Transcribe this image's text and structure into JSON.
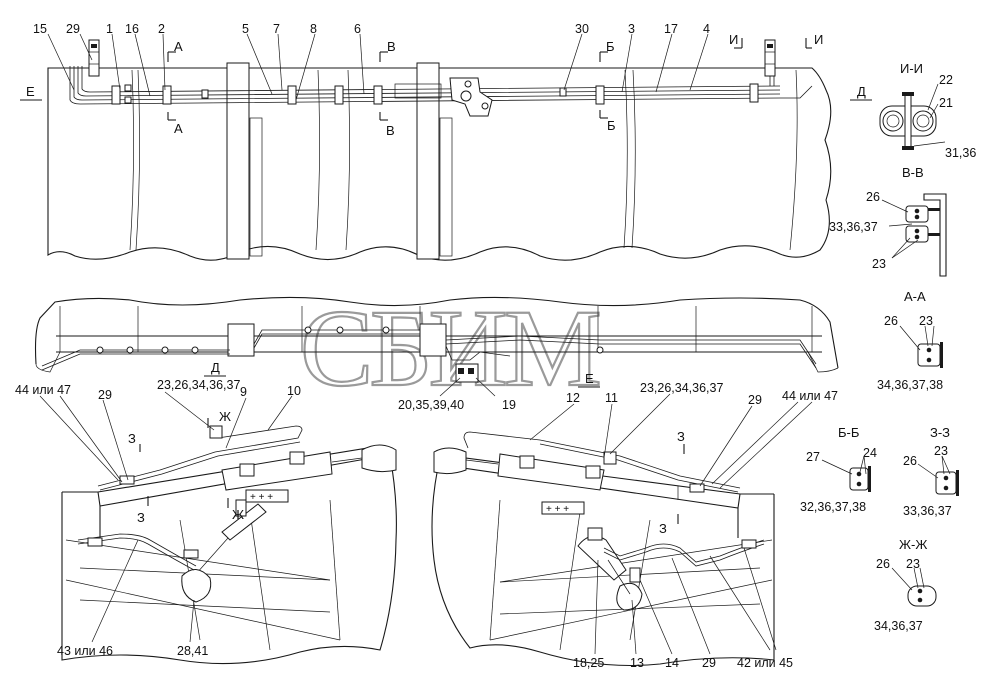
{
  "watermark": "СБИМ",
  "callouts": {
    "c15": "15",
    "c29a": "29",
    "c1": "1",
    "c16": "16",
    "c2": "2",
    "c5": "5",
    "c7": "7",
    "c8": "8",
    "c6": "6",
    "c30": "30",
    "c3": "3",
    "c17": "17",
    "c4": "4",
    "c22": "22",
    "c21": "21",
    "c31_36": "31,36",
    "c26bv": "26",
    "c33_36_37a": "33,36,37",
    "c23bv": "23",
    "c26aa": "26",
    "c23aa": "23",
    "c34_36_37_38": "34,36,37,38",
    "c27": "27",
    "c24": "24",
    "c32_36_37_38": "32,36,37,38",
    "c26zz": "26",
    "c23zz": "23",
    "c33_36_37b": "33,36,37",
    "c26zh": "26",
    "c23zh": "23",
    "c34_36_37": "34,36,37",
    "c20_35_39_40": "20,35,39,40",
    "c19": "19",
    "c44a": "44 или 47",
    "c29b": "29",
    "c23_26a": "23,26,34,36,37",
    "c9": "9",
    "c10": "10",
    "c12": "12",
    "c11": "11",
    "c23_26b": "23,26,34,36,37",
    "c29c": "29",
    "c44b": "44 или 47",
    "c43": "43 или 46",
    "c28_41": "28,41",
    "c18_25": "18,25",
    "c13": "13",
    "c14": "14",
    "c29d": "29",
    "c42": "42 или 45"
  },
  "sections": {
    "A1": "А",
    "A2": "А",
    "V1": "В",
    "V2": "В",
    "B1": "Б",
    "B2": "Б",
    "I1": "И",
    "I2": "И",
    "E1": "Е",
    "D1": "Д",
    "D2": "Д",
    "E2": "Е",
    "Z1": "З",
    "Z2": "З",
    "Z3": "З",
    "Z4": "З",
    "Zh1": "Ж",
    "Zh2": "Ж"
  },
  "views": {
    "ii": "И-И",
    "vv": "В-В",
    "aa": "А-А",
    "bb": "Б-Б",
    "zz": "З-З",
    "zhzh": "Ж-Ж"
  }
}
